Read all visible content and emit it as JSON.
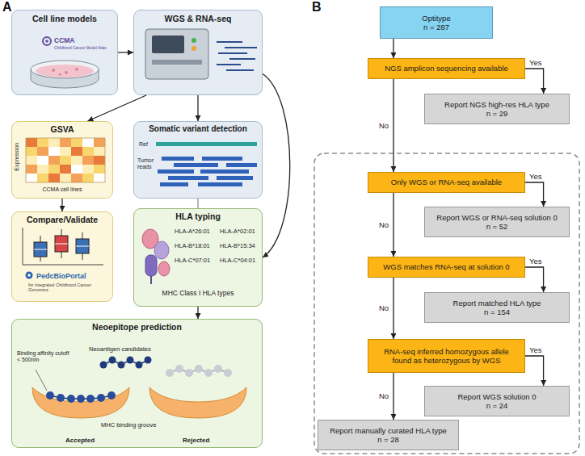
{
  "diagram": {
    "nodes": [
      {
        "text": [
          "Cell line models",
          "CCMA",
          "Childhood Cancer Model Atlas"
        ]
      },
      {
        "text": [
          "WGS & RNA-seq"
        ]
      },
      {
        "text": [
          "GSVA",
          "Expression",
          "CCMA cell lines"
        ]
      },
      {
        "text": [
          "Somatic variant detection",
          "Ref",
          "Tumor reads"
        ]
      },
      {
        "text": [
          "Compare/Validate",
          "PedcBioPortal",
          "for integrated Childhood Cancer Genomics"
        ]
      },
      {
        "text": [
          "HLA typing",
          "HLA-A*26:01",
          "HLA-A*02:01",
          "HLA-B*18:01",
          "HLA-B*15:34",
          "HLA-C*07:01",
          "HLA-C*04:01",
          "MHC Class I HLA types"
        ]
      },
      {
        "text": [
          "Neoepitope prediction",
          "Neoantigen candidates",
          "Binding affinity cutoff < 500nm",
          "MHC binding groove",
          "Accepted",
          "Rejected"
        ]
      },
      {
        "text": [
          "Optitype",
          "n = 287"
        ]
      },
      {
        "text": [
          "NGS amplicon sequencing available"
        ]
      },
      {
        "text": [
          "Report NGS high-res HLA type",
          "n = 29"
        ]
      },
      {
        "text": [
          "Only WGS or RNA-seq available"
        ]
      },
      {
        "text": [
          "Report WGS or RNA-seq solution 0",
          "n = 52"
        ]
      },
      {
        "text": [
          "WGS matches RNA-seq at solution 0"
        ]
      },
      {
        "text": [
          "Report matched HLA type",
          "n = 154"
        ]
      },
      {
        "text": [
          "RNA-seq inferred homozygous allele found as heterozygous by WGS"
        ]
      },
      {
        "text": [
          "Report WGS solution 0",
          "n = 24"
        ]
      },
      {
        "text": [
          "Report manually curated HLA type",
          "n = 28"
        ]
      }
    ],
    "edges": [
      {
        "from": 0,
        "to": 1,
        "arrow": "to"
      },
      {
        "from": 1,
        "to": 2,
        "arrow": "to"
      },
      {
        "from": 1,
        "to": 3,
        "arrow": "to"
      },
      {
        "from": 1,
        "to": 5,
        "arrow": "to"
      },
      {
        "from": 3,
        "to": 5,
        "arrow": "none"
      },
      {
        "from": 2,
        "to": 4,
        "arrow": "to"
      },
      {
        "from": 5,
        "to": 6,
        "arrow": "to"
      },
      {
        "from": 7,
        "to": 8,
        "arrow": "to"
      },
      {
        "from": 8,
        "to": 9,
        "label": "Yes",
        "arrow": "to"
      },
      {
        "from": 8,
        "to": 10,
        "label": "No",
        "arrow": "to"
      },
      {
        "from": 10,
        "to": 11,
        "label": "Yes",
        "arrow": "to"
      },
      {
        "from": 10,
        "to": 12,
        "label": "No",
        "arrow": "to"
      },
      {
        "from": 12,
        "to": 13,
        "label": "Yes",
        "arrow": "to"
      },
      {
        "from": 12,
        "to": 14,
        "label": "No",
        "arrow": "to"
      },
      {
        "from": 14,
        "to": 15,
        "label": "Yes",
        "arrow": "to"
      },
      {
        "from": 14,
        "to": 16,
        "label": "No",
        "arrow": "to"
      }
    ],
    "labels": [
      "A",
      "B"
    ]
  }
}
